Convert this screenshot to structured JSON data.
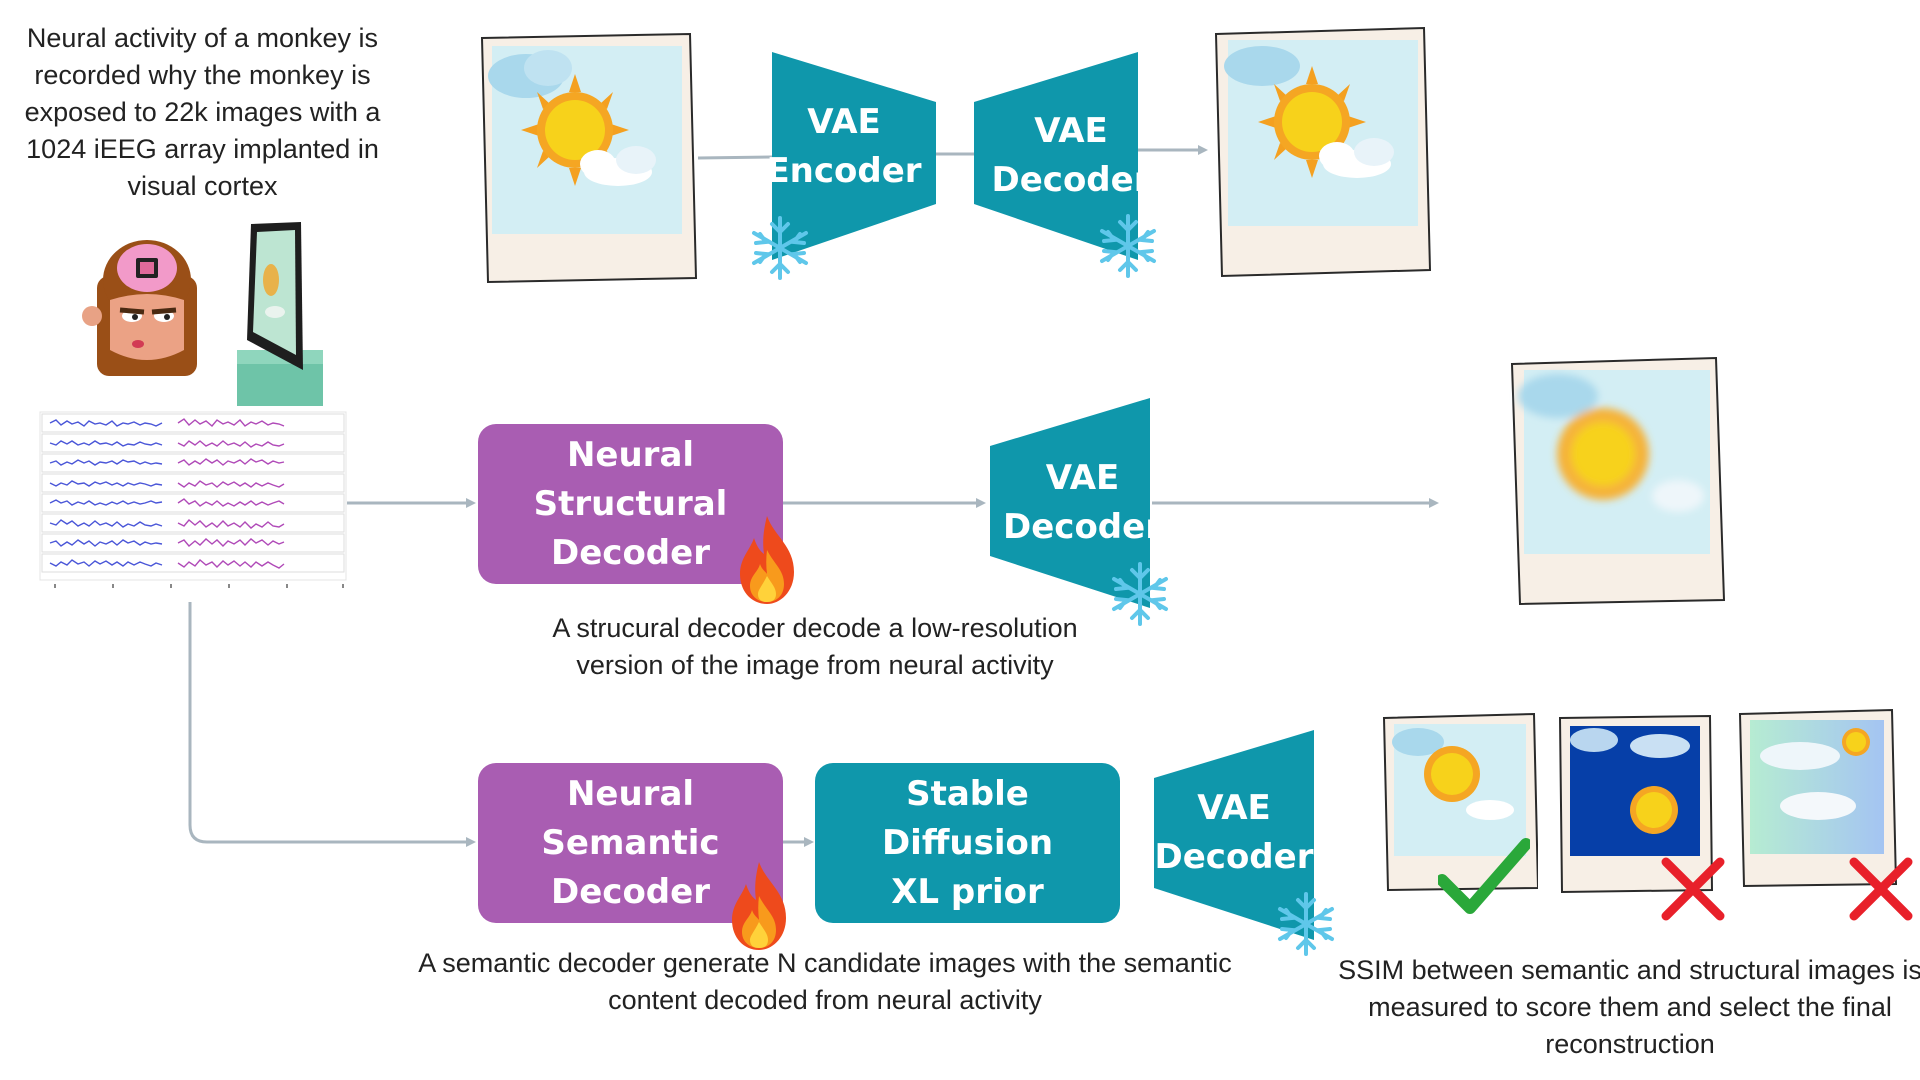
{
  "intro_caption": [
    "Neural activity of a monkey is",
    "recorded why the monkey is",
    "exposed to 22k images with a",
    "1024 iEEG array implanted in",
    "visual cortex"
  ],
  "vae_encoder": [
    "VAE",
    "Encoder"
  ],
  "vae_decoder": [
    "VAE",
    "Decoder"
  ],
  "neural_structural_decoder": [
    "Neural",
    "Structural",
    "Decoder"
  ],
  "neural_semantic_decoder": [
    "Neural",
    "Semantic",
    "Decoder"
  ],
  "sdxl_prior": [
    "Stable Diffusion",
    "XL prior"
  ],
  "structural_caption": [
    "A strucural decoder decode a low-resolution",
    "version of the image from neural activity"
  ],
  "semantic_caption": [
    "A semantic decoder generate N candidate images with the semantic",
    "content decoded from neural activity"
  ],
  "ssim_caption": [
    "SSIM between semantic and structural images is",
    "measured to score them and select the final",
    "reconstruction"
  ],
  "icons": {
    "frozen": "snowflake-icon",
    "trainable": "flame-icon",
    "selected": "checkmark-icon",
    "rejected": "cross-icon"
  },
  "colors": {
    "purple": "#a95db2",
    "teal": "#0f97ab",
    "arrow": "#a9b6bf",
    "check": "#2aa83a",
    "cross": "#e8202a"
  }
}
